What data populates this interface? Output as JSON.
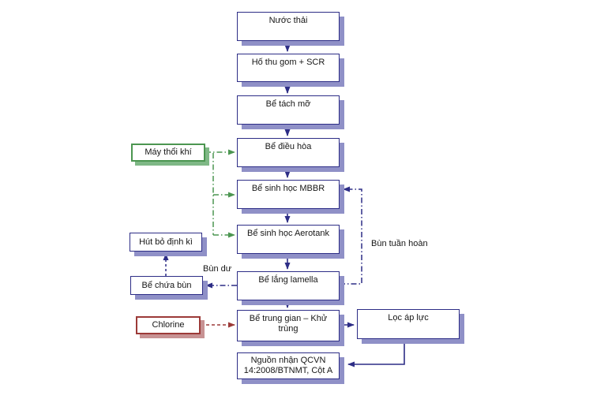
{
  "diagram": {
    "title_hint": "wastewater-treatment-process-flowchart",
    "nodes": {
      "nuoc_thai": "Nước thải",
      "ho_thu_gom": "Hố thu gom + SCR",
      "be_tach_mo": "Bể tách mỡ",
      "be_dieu_hoa": "Bể điều hòa",
      "be_sinh_hoc_mbbr": "Bể sinh học MBBR",
      "be_sinh_hoc_aerotank": "Bể sinh học Aerotank",
      "be_lang_lamella": "Bể lắng lamella",
      "be_trung_gian": "Bể trung gian – Khử trùng",
      "nguon_nhan": "Nguồn nhận QCVN 14:2008/BTNMT, Cột A",
      "may_thoi_khi": "Máy thổi khí",
      "hut_bo_dinh_ki": "Hút bỏ định kì",
      "be_chua_bun": "Bể chứa bùn",
      "chlorine": "Chlorine",
      "loc_ap_luc": "Lọc áp lực"
    },
    "edge_labels": {
      "bun_du": "Bùn dư",
      "bun_tuan_hoan": "Bùn tuần hoàn"
    },
    "edges": [
      {
        "from": "nuoc_thai",
        "to": "ho_thu_gom",
        "style": "solid"
      },
      {
        "from": "ho_thu_gom",
        "to": "be_tach_mo",
        "style": "solid"
      },
      {
        "from": "be_tach_mo",
        "to": "be_dieu_hoa",
        "style": "solid"
      },
      {
        "from": "be_dieu_hoa",
        "to": "be_sinh_hoc_mbbr",
        "style": "solid"
      },
      {
        "from": "be_sinh_hoc_mbbr",
        "to": "be_sinh_hoc_aerotank",
        "style": "solid"
      },
      {
        "from": "be_sinh_hoc_aerotank",
        "to": "be_lang_lamella",
        "style": "solid"
      },
      {
        "from": "be_lang_lamella",
        "to": "be_trung_gian",
        "style": "solid"
      },
      {
        "from": "be_trung_gian",
        "to": "loc_ap_luc",
        "style": "solid"
      },
      {
        "from": "loc_ap_luc",
        "to": "nguon_nhan",
        "style": "solid"
      },
      {
        "from": "may_thoi_khi",
        "to": "be_dieu_hoa",
        "style": "green-dashdot"
      },
      {
        "from": "may_thoi_khi",
        "to": "be_sinh_hoc_mbbr",
        "style": "green-dashdot"
      },
      {
        "from": "may_thoi_khi",
        "to": "be_sinh_hoc_aerotank",
        "style": "green-dashdot"
      },
      {
        "from": "be_chua_bun",
        "to": "hut_bo_dinh_ki",
        "style": "dashed"
      },
      {
        "from": "be_lang_lamella",
        "to": "be_chua_bun",
        "style": "dashdot",
        "label": "Bùn dư"
      },
      {
        "from": "be_lang_lamella",
        "to": "be_sinh_hoc_mbbr",
        "style": "dashdot",
        "label": "Bùn tuần hoàn"
      },
      {
        "from": "chlorine",
        "to": "be_trung_gian",
        "style": "red-dashed"
      }
    ],
    "colors": {
      "box_border": "#2d2d86",
      "box_shadow": "#8f90c7",
      "green_border": "#4c9651",
      "green_shadow": "#7fb886",
      "red_border": "#9c3a38",
      "red_shadow": "#c79293"
    }
  }
}
